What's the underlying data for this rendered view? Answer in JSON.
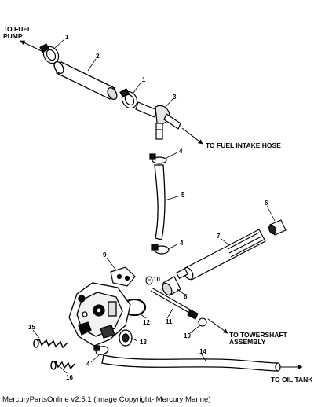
{
  "labels": {
    "to_fuel_pump": [
      "TO FUEL",
      "PUMP"
    ],
    "to_fuel_intake_hose": "TO FUEL INTAKE HOSE",
    "to_towershaft_assembly": [
      "TO TOWERSHAFT",
      "ASSEMBLY"
    ],
    "to_oil_tank": "TO OIL TANK"
  },
  "callouts": [
    "1",
    "2",
    "1",
    "3",
    "4",
    "5",
    "6",
    "7",
    "4",
    "9",
    "10",
    "8",
    "12",
    "11",
    "10",
    "15",
    "13",
    "4",
    "14",
    "16"
  ],
  "caption": "MercuryPartsOnline v2.5.1 (Image Copyright- Mercury Marine)"
}
